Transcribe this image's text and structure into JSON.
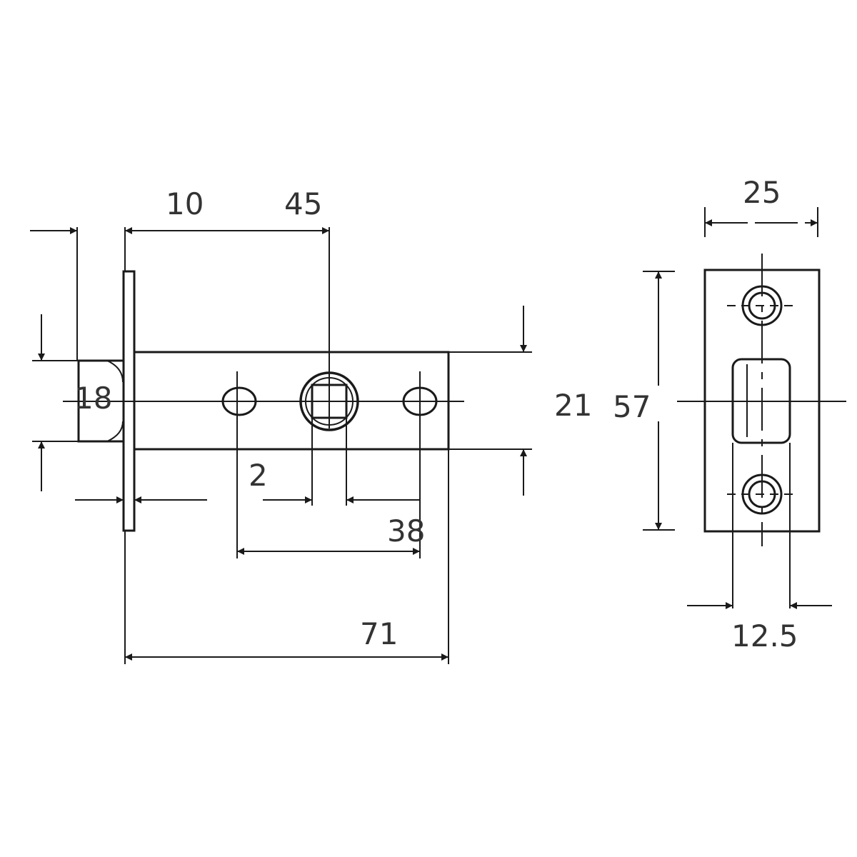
{
  "dimensions": {
    "latch_faceplate_offset": "10",
    "backset": "45",
    "bolt_height": "18",
    "faceplate_thickness": "2",
    "spindle_spacing": "38",
    "case_height": "21",
    "overall_depth": "71",
    "strike_width": "25",
    "strike_height": "57",
    "strike_opening_width": "12.5"
  }
}
